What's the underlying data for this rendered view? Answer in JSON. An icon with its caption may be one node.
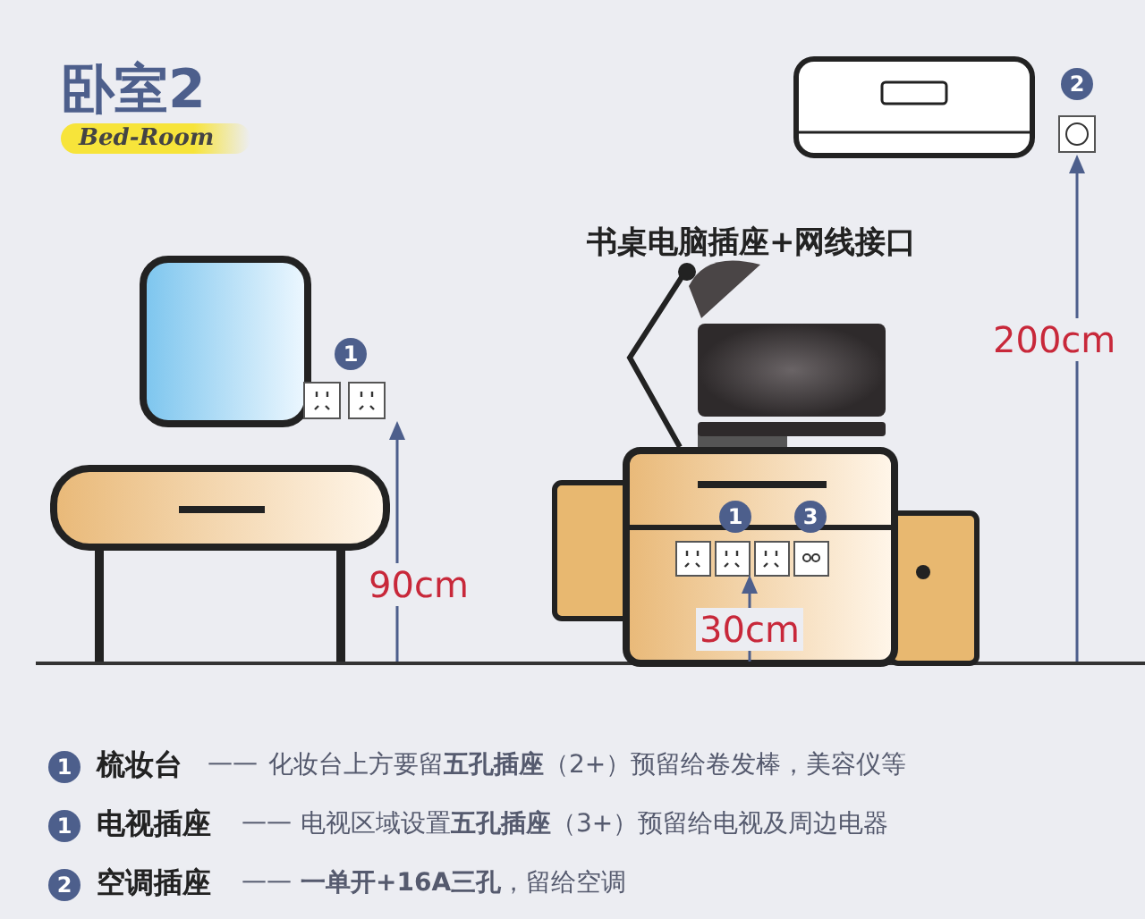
{
  "diagram": {
    "title": "卧室2",
    "labels": [
      "Bed-Room",
      "2",
      "书桌电脑插座+网线接口",
      "200cm",
      "1",
      "90cm",
      "1",
      "3",
      "30cm",
      "1",
      "梳妆台",
      "——",
      "化妆台上方要留**五孔插座**（2+）预留给卷发棒，美容仪等",
      "1",
      "电视插座",
      "——",
      "电视区域设置**五孔插座**（3+）预留给电视及周边电器",
      "2",
      "空调插座",
      "——",
      "**一单开+16A三孔**，留给空调"
    ]
  }
}
